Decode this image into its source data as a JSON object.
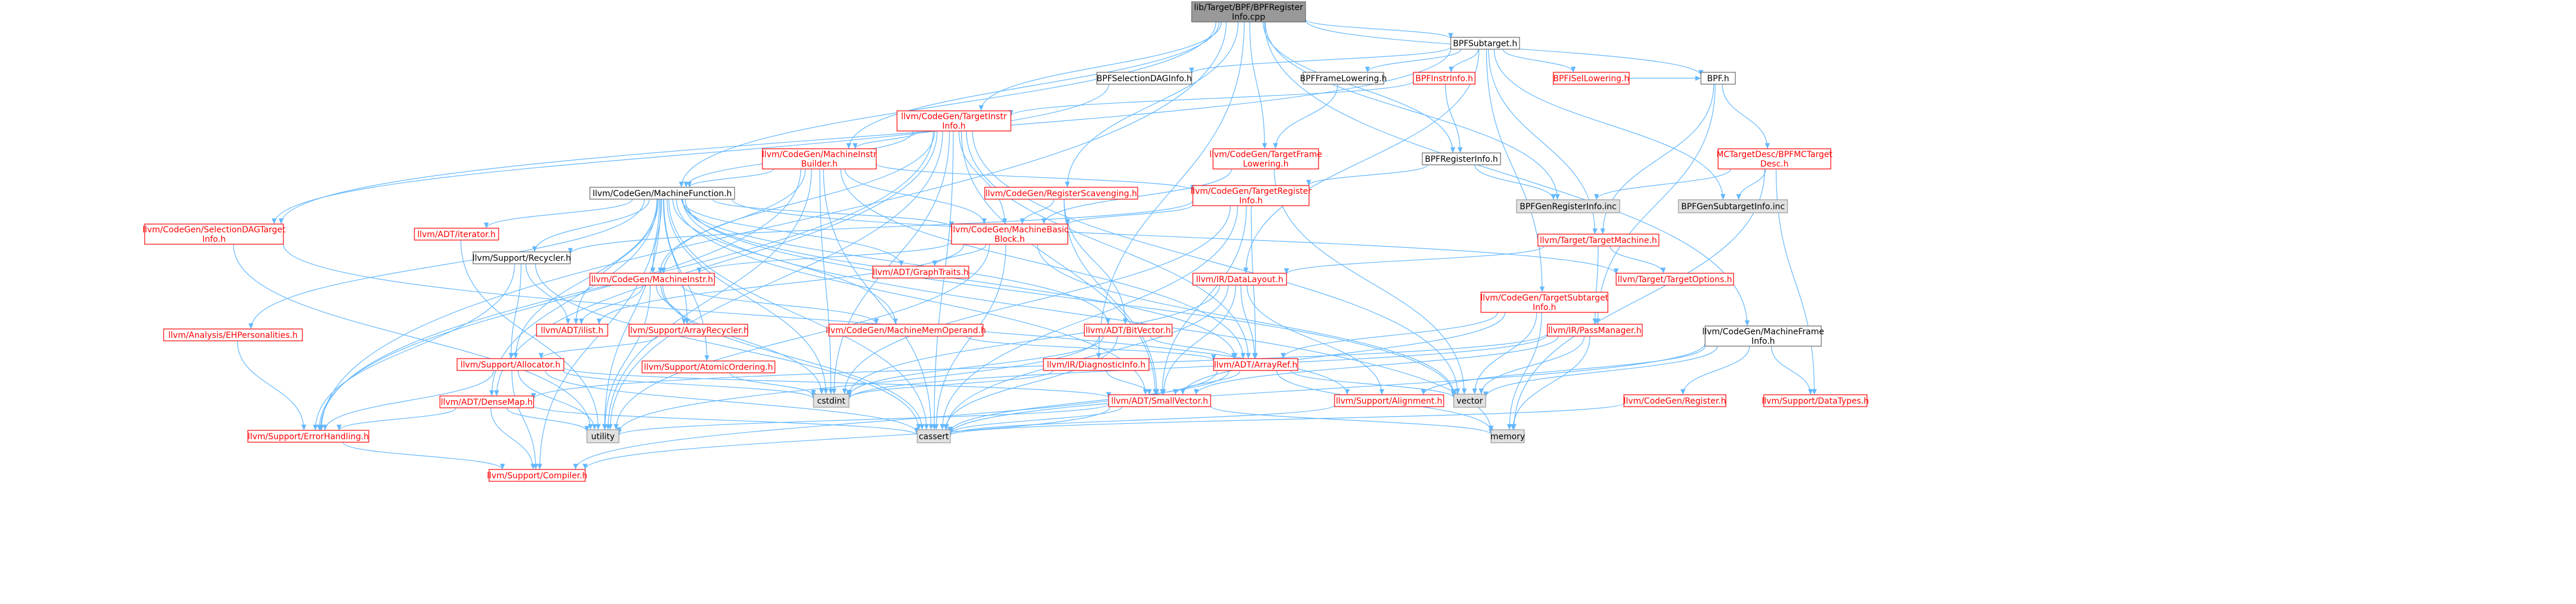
{
  "colors": {
    "edge": "#63b8ff",
    "root_fill": "#999999",
    "root_stroke": "#666666",
    "node_fill": "#ffffff",
    "node_stroke": "#666666",
    "red_border": "#ff0000",
    "text_black": "#000000",
    "text_red": "#ff0000",
    "ext_fill": "#e0e0e0",
    "ext_stroke": "#999999"
  },
  "nodes": [
    {
      "id": "root",
      "label": [
        "lib/Target/BPF/BPFRegister",
        "Info.cpp"
      ],
      "kind": "root"
    },
    {
      "id": "bpfsubtarget",
      "label": [
        "BPFSubtarget.h"
      ],
      "kind": "plain"
    },
    {
      "id": "bpfselectiondag",
      "label": [
        "BPFSelectionDAGInfo.h"
      ],
      "kind": "plain"
    },
    {
      "id": "bpfframelowering",
      "label": [
        "BPFFrameLowering.h"
      ],
      "kind": "plain"
    },
    {
      "id": "bpfinstrinfo",
      "label": [
        "BPFInstrInfo.h"
      ],
      "kind": "red"
    },
    {
      "id": "bpfisellowering",
      "label": [
        "BPFISelLowering.h"
      ],
      "kind": "red"
    },
    {
      "id": "bpfh",
      "label": [
        "BPF.h"
      ],
      "kind": "plain"
    },
    {
      "id": "targetinstrinfo",
      "label": [
        "llvm/CodeGen/TargetInstr",
        "Info.h"
      ],
      "kind": "red"
    },
    {
      "id": "machineinstrbuilder",
      "label": [
        "llvm/CodeGen/MachineInstr",
        "Builder.h"
      ],
      "kind": "red"
    },
    {
      "id": "targetframelowering",
      "label": [
        "llvm/CodeGen/TargetFrame",
        "Lowering.h"
      ],
      "kind": "red"
    },
    {
      "id": "bpfregisterinfoh",
      "label": [
        "BPFRegisterInfo.h"
      ],
      "kind": "plain"
    },
    {
      "id": "mctargetdesc",
      "label": [
        "MCTargetDesc/BPFMCTarget",
        "Desc.h"
      ],
      "kind": "red"
    },
    {
      "id": "machinefunction",
      "label": [
        "llvm/CodeGen/MachineFunction.h"
      ],
      "kind": "plain"
    },
    {
      "id": "registerscavenging",
      "label": [
        "llvm/CodeGen/RegisterScavenging.h"
      ],
      "kind": "red"
    },
    {
      "id": "targetregisterinfo",
      "label": [
        "llvm/CodeGen/TargetRegister",
        "Info.h"
      ],
      "kind": "red"
    },
    {
      "id": "bpfgenregisterinfo",
      "label": [
        "BPFGenRegisterInfo.inc"
      ],
      "kind": "ext"
    },
    {
      "id": "bpfgensubtargetinfo",
      "label": [
        "BPFGenSubtargetInfo.inc"
      ],
      "kind": "ext"
    },
    {
      "id": "selectiondagtargetinfo",
      "label": [
        "llvm/CodeGen/SelectionDAGTarget",
        "Info.h"
      ],
      "kind": "red"
    },
    {
      "id": "adtiterator",
      "label": [
        "llvm/ADT/iterator.h"
      ],
      "kind": "red"
    },
    {
      "id": "machinebasicblock",
      "label": [
        "llvm/CodeGen/MachineBasic",
        "Block.h"
      ],
      "kind": "red"
    },
    {
      "id": "targetmachine",
      "label": [
        "llvm/Target/TargetMachine.h"
      ],
      "kind": "red"
    },
    {
      "id": "recycler",
      "label": [
        "llvm/Support/Recycler.h"
      ],
      "kind": "plain"
    },
    {
      "id": "adtgraphtraits",
      "label": [
        "llvm/ADT/GraphTraits.h"
      ],
      "kind": "red"
    },
    {
      "id": "machineinstr",
      "label": [
        "llvm/CodeGen/MachineInstr.h"
      ],
      "kind": "red"
    },
    {
      "id": "irdatalayout",
      "label": [
        "llvm/IR/DataLayout.h"
      ],
      "kind": "red"
    },
    {
      "id": "targetoptions",
      "label": [
        "llvm/Target/TargetOptions.h"
      ],
      "kind": "red"
    },
    {
      "id": "targetsubtargetinfo",
      "label": [
        "llvm/CodeGen/TargetSubtarget",
        "Info.h"
      ],
      "kind": "red"
    },
    {
      "id": "ehpersonalities",
      "label": [
        "llvm/Analysis/EHPersonalities.h"
      ],
      "kind": "red"
    },
    {
      "id": "adtilist",
      "label": [
        "llvm/ADT/ilist.h"
      ],
      "kind": "red"
    },
    {
      "id": "arrayrecycler",
      "label": [
        "llvm/Support/ArrayRecycler.h"
      ],
      "kind": "red"
    },
    {
      "id": "machinememoperand",
      "label": [
        "llvm/CodeGen/MachineMemOperand.h"
      ],
      "kind": "red"
    },
    {
      "id": "bitvector",
      "label": [
        "llvm/ADT/BitVector.h"
      ],
      "kind": "red"
    },
    {
      "id": "passmanager",
      "label": [
        "llvm/IR/PassManager.h"
      ],
      "kind": "red"
    },
    {
      "id": "machineframeinfo",
      "label": [
        "llvm/CodeGen/MachineFrame",
        "Info.h"
      ],
      "kind": "plain"
    },
    {
      "id": "allocator",
      "label": [
        "llvm/Support/Allocator.h"
      ],
      "kind": "red"
    },
    {
      "id": "atomicordering",
      "label": [
        "llvm/Support/AtomicOrdering.h"
      ],
      "kind": "red"
    },
    {
      "id": "irdiagnosticinfo",
      "label": [
        "llvm/IR/DiagnosticInfo.h"
      ],
      "kind": "red"
    },
    {
      "id": "adtarrayref",
      "label": [
        "llvm/ADT/ArrayRef.h"
      ],
      "kind": "red"
    },
    {
      "id": "cstdint",
      "label": [
        "cstdint"
      ],
      "kind": "ext"
    },
    {
      "id": "adtdensemap",
      "label": [
        "llvm/ADT/DenseMap.h"
      ],
      "kind": "red"
    },
    {
      "id": "adtsmallvector",
      "label": [
        "llvm/ADT/SmallVector.h"
      ],
      "kind": "red"
    },
    {
      "id": "supportalignment",
      "label": [
        "llvm/Support/Alignment.h"
      ],
      "kind": "red"
    },
    {
      "id": "vector",
      "label": [
        "vector"
      ],
      "kind": "ext"
    },
    {
      "id": "codegenregister",
      "label": [
        "llvm/CodeGen/Register.h"
      ],
      "kind": "red"
    },
    {
      "id": "supportdatatypes",
      "label": [
        "llvm/Support/DataTypes.h"
      ],
      "kind": "red"
    },
    {
      "id": "utility",
      "label": [
        "utility"
      ],
      "kind": "ext"
    },
    {
      "id": "cassert",
      "label": [
        "cassert"
      ],
      "kind": "ext"
    },
    {
      "id": "memory",
      "label": [
        "memory"
      ],
      "kind": "ext"
    },
    {
      "id": "errorhandling",
      "label": [
        "llvm/Support/ErrorHandling.h"
      ],
      "kind": "red"
    },
    {
      "id": "compiler",
      "label": [
        "llvm/Support/Compiler.h"
      ],
      "kind": "red"
    }
  ],
  "edges": [
    [
      "root",
      "bpfsubtarget"
    ],
    [
      "root",
      "bpfregisterinfoh"
    ],
    [
      "root",
      "bpfh"
    ],
    [
      "root",
      "targetinstrinfo"
    ],
    [
      "root",
      "machineinstrbuilder"
    ],
    [
      "root",
      "machinefunction"
    ],
    [
      "root",
      "targetframelowering"
    ],
    [
      "root",
      "registerscavenging"
    ],
    [
      "root",
      "machineframeinfo"
    ],
    [
      "root",
      "bpfgenregisterinfo"
    ],
    [
      "root",
      "irdiagnosticinfo"
    ],
    [
      "root",
      "errorhandling"
    ],
    [
      "bpfsubtarget",
      "bpfframelowering"
    ],
    [
      "bpfsubtarget",
      "bpfinstrinfo"
    ],
    [
      "bpfsubtarget",
      "bpfisellowering"
    ],
    [
      "bpfsubtarget",
      "bpfselectiondag"
    ],
    [
      "bpfsubtarget",
      "targetsubtargetinfo"
    ],
    [
      "bpfsubtarget",
      "irdatalayout"
    ],
    [
      "bpfsubtarget",
      "targetmachine"
    ],
    [
      "bpfsubtarget",
      "bpfgensubtargetinfo"
    ],
    [
      "bpfsubtarget",
      "selectiondagtargetinfo"
    ],
    [
      "bpfselectiondag",
      "selectiondagtargetinfo"
    ],
    [
      "bpfframelowering",
      "targetframelowering"
    ],
    [
      "bpfinstrinfo",
      "bpfregisterinfoh"
    ],
    [
      "bpfinstrinfo",
      "targetinstrinfo"
    ],
    [
      "bpfisellowering",
      "bpfh"
    ],
    [
      "bpfh",
      "mctargetdesc"
    ],
    [
      "bpfh",
      "targetmachine"
    ],
    [
      "bpfh",
      "passmanager"
    ],
    [
      "mctargetdesc",
      "bpfgenregisterinfo"
    ],
    [
      "mctargetdesc",
      "bpfgensubtargetinfo"
    ],
    [
      "mctargetdesc",
      "memory"
    ],
    [
      "mctargetdesc",
      "supportdatatypes"
    ],
    [
      "bpfregisterinfoh",
      "targetregisterinfo"
    ],
    [
      "bpfregisterinfoh",
      "bpfgenregisterinfo"
    ],
    [
      "targetinstrinfo",
      "machineinstrbuilder"
    ],
    [
      "targetinstrinfo",
      "machinefunction"
    ],
    [
      "targetinstrinfo",
      "machinebasicblock"
    ],
    [
      "targetinstrinfo",
      "machineinstr"
    ],
    [
      "targetinstrinfo",
      "adtarrayref"
    ],
    [
      "targetinstrinfo",
      "adtdensemap"
    ],
    [
      "targetinstrinfo",
      "adtsmallvector"
    ],
    [
      "targetinstrinfo",
      "cstdint"
    ],
    [
      "targetinstrinfo",
      "utility"
    ],
    [
      "targetinstrinfo",
      "vector"
    ],
    [
      "targetinstrinfo",
      "cassert"
    ],
    [
      "targetinstrinfo",
      "errorhandling"
    ],
    [
      "machineinstrbuilder",
      "machinefunction"
    ],
    [
      "machineinstrbuilder",
      "machinebasicblock"
    ],
    [
      "machineinstrbuilder",
      "machineinstr"
    ],
    [
      "machineinstrbuilder",
      "targetregisterinfo"
    ],
    [
      "machineinstrbuilder",
      "adtarrayref"
    ],
    [
      "machineinstrbuilder",
      "cstdint"
    ],
    [
      "machineinstrbuilder",
      "cassert"
    ],
    [
      "machineinstrbuilder",
      "errorhandling"
    ],
    [
      "machineinstrbuilder",
      "utility"
    ],
    [
      "targetframelowering",
      "machinebasicblock"
    ],
    [
      "targetframelowering",
      "vector"
    ],
    [
      "targetregisterinfo",
      "machinebasicblock"
    ],
    [
      "targetregisterinfo",
      "adtarrayref"
    ],
    [
      "targetregisterinfo",
      "adtsmallvector"
    ],
    [
      "targetregisterinfo",
      "cassert"
    ],
    [
      "targetregisterinfo",
      "cstdint"
    ],
    [
      "targetregisterinfo",
      "recycler"
    ],
    [
      "registerscavenging",
      "machinebasicblock"
    ],
    [
      "registerscavenging",
      "bitvector"
    ],
    [
      "registerscavenging",
      "adtsmallvector"
    ],
    [
      "machinefunction",
      "adtarrayref"
    ],
    [
      "machinefunction",
      "bitvector"
    ],
    [
      "machinefunction",
      "adtdensemap"
    ],
    [
      "machinefunction",
      "adtgraphtraits"
    ],
    [
      "machinefunction",
      "adtsmallvector"
    ],
    [
      "machinefunction",
      "adtilist"
    ],
    [
      "machinefunction",
      "adtiterator"
    ],
    [
      "machinefunction",
      "ehpersonalities"
    ],
    [
      "machinefunction",
      "machinebasicblock"
    ],
    [
      "machinefunction",
      "machineinstr"
    ],
    [
      "machinefunction",
      "machinememoperand"
    ],
    [
      "machinefunction",
      "allocator"
    ],
    [
      "machinefunction",
      "arrayrecycler"
    ],
    [
      "machinefunction",
      "atomicordering"
    ],
    [
      "machinefunction",
      "compiler"
    ],
    [
      "machinefunction",
      "recycler"
    ],
    [
      "machinefunction",
      "targetoptions"
    ],
    [
      "machinefunction",
      "cassert"
    ],
    [
      "machinefunction",
      "cstdint"
    ],
    [
      "machinefunction",
      "memory"
    ],
    [
      "machinefunction",
      "utility"
    ],
    [
      "machinefunction",
      "vector"
    ],
    [
      "selectiondagtargetinfo",
      "supportalignment"
    ],
    [
      "selectiondagtargetinfo",
      "utility"
    ],
    [
      "adtiterator",
      "utility"
    ],
    [
      "machinebasicblock",
      "adtgraphtraits"
    ],
    [
      "machinebasicblock",
      "machineinstr"
    ],
    [
      "machinebasicblock",
      "adtilist"
    ],
    [
      "machinebasicblock",
      "cassert"
    ],
    [
      "machinebasicblock",
      "vector"
    ],
    [
      "machinebasicblock",
      "utility"
    ],
    [
      "targetmachine",
      "irdatalayout"
    ],
    [
      "targetmachine",
      "passmanager"
    ],
    [
      "targetmachine",
      "targetoptions"
    ],
    [
      "recycler",
      "adtilist"
    ],
    [
      "recycler",
      "allocator"
    ],
    [
      "recycler",
      "errorhandling"
    ],
    [
      "recycler",
      "cassert"
    ],
    [
      "machineinstr",
      "adtilist"
    ],
    [
      "machineinstr",
      "arrayrecycler"
    ],
    [
      "machineinstr",
      "machinememoperand"
    ],
    [
      "machineinstr",
      "cstdint"
    ],
    [
      "machineinstr",
      "cassert"
    ],
    [
      "machineinstr",
      "utility"
    ],
    [
      "irdatalayout",
      "adtarrayref"
    ],
    [
      "irdatalayout",
      "adtsmallvector"
    ],
    [
      "irdatalayout",
      "supportalignment"
    ],
    [
      "irdatalayout",
      "cstdint"
    ],
    [
      "irdatalayout",
      "cassert"
    ],
    [
      "targetsubtargetinfo",
      "adtarrayref"
    ],
    [
      "targetsubtargetinfo",
      "adtsmallvector"
    ],
    [
      "targetsubtargetinfo",
      "memory"
    ],
    [
      "targetsubtargetinfo",
      "vector"
    ],
    [
      "ehpersonalities",
      "errorhandling"
    ],
    [
      "arrayrecycler",
      "allocator"
    ],
    [
      "machinememoperand",
      "adtarrayref"
    ],
    [
      "bitvector",
      "adtarrayref"
    ],
    [
      "bitvector",
      "cassert"
    ],
    [
      "bitvector",
      "utility"
    ],
    [
      "bitvector",
      "cstdint"
    ],
    [
      "passmanager",
      "adtdensemap"
    ],
    [
      "passmanager",
      "adtsmallvector"
    ],
    [
      "passmanager",
      "vector"
    ],
    [
      "passmanager",
      "memory"
    ],
    [
      "passmanager",
      "cstdint"
    ],
    [
      "machineframeinfo",
      "supportalignment"
    ],
    [
      "machineframeinfo",
      "supportdatatypes"
    ],
    [
      "machineframeinfo",
      "codegenregister"
    ],
    [
      "machineframeinfo",
      "cassert"
    ],
    [
      "machineframeinfo",
      "vector"
    ],
    [
      "allocator",
      "cstdint"
    ],
    [
      "allocator",
      "cassert"
    ],
    [
      "allocator",
      "utility"
    ],
    [
      "allocator",
      "compiler"
    ],
    [
      "allocator",
      "errorhandling"
    ],
    [
      "allocator",
      "adtsmallvector"
    ],
    [
      "atomicordering",
      "cstdint"
    ],
    [
      "irdiagnosticinfo",
      "adtsmallvector"
    ],
    [
      "irdiagnosticinfo",
      "cstdint"
    ],
    [
      "adtarrayref",
      "adtsmallvector"
    ],
    [
      "adtarrayref",
      "compiler"
    ],
    [
      "adtarrayref",
      "cassert"
    ],
    [
      "adtarrayref",
      "memory"
    ],
    [
      "adtarrayref",
      "vector"
    ],
    [
      "adtdensemap",
      "compiler"
    ],
    [
      "adtdensemap",
      "cassert"
    ],
    [
      "adtdensemap",
      "utility"
    ],
    [
      "adtdensemap",
      "errorhandling"
    ],
    [
      "adtsmallvector",
      "cassert"
    ],
    [
      "adtsmallvector",
      "compiler"
    ],
    [
      "adtsmallvector",
      "utility"
    ],
    [
      "adtsmallvector",
      "memory"
    ],
    [
      "supportalignment",
      "cassert"
    ],
    [
      "codegenregister",
      "cassert"
    ],
    [
      "errorhandling",
      "compiler"
    ]
  ]
}
